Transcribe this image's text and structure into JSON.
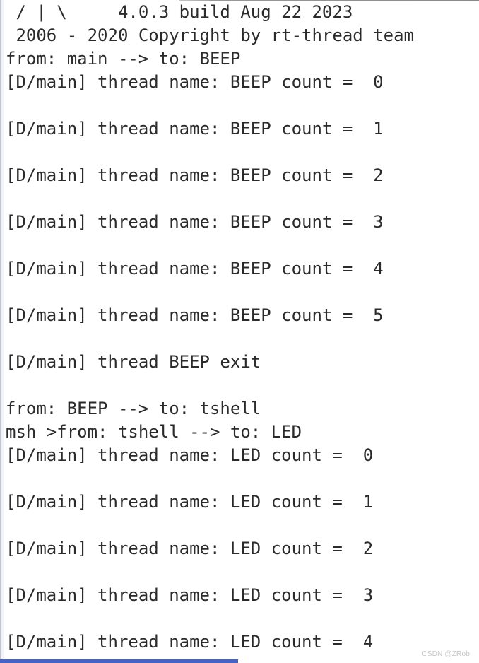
{
  "terminal": {
    "text_color": "#2b2b2b",
    "background_color": "#ffffff",
    "lines": [
      " / | \\     4.0.3 build Aug 22 2023",
      " 2006 - 2020 Copyright by rt-thread team",
      "from: main --> to: BEEP",
      "[D/main] thread name: BEEP count =  0",
      "",
      "[D/main] thread name: BEEP count =  1",
      "",
      "[D/main] thread name: BEEP count =  2",
      "",
      "[D/main] thread name: BEEP count =  3",
      "",
      "[D/main] thread name: BEEP count =  4",
      "",
      "[D/main] thread name: BEEP count =  5",
      "",
      "[D/main] thread BEEP exit",
      "",
      "from: BEEP --> to: tshell",
      "msh >from: tshell --> to: LED",
      "[D/main] thread name: LED count =  0",
      "",
      "[D/main] thread name: LED count =  1",
      "",
      "[D/main] thread name: LED count =  2",
      "",
      "[D/main] thread name: LED count =  3",
      "",
      "[D/main] thread name: LED count =  4"
    ],
    "rtos_version": "4.0.3",
    "build_date": "Aug 22 2023",
    "copyright": "2006 - 2020 Copyright by rt-thread team",
    "shell_prompt": "msh >"
  },
  "chrome": {
    "left_border_outer_color": "#c2c5d1",
    "left_border_inner_color": "#8f9099",
    "top_border_color": "#8a8a8a",
    "bottom_bar_color": "#4363c6"
  },
  "watermark": {
    "text": "CSDN @ZRob",
    "color": "#c6c6c6"
  }
}
